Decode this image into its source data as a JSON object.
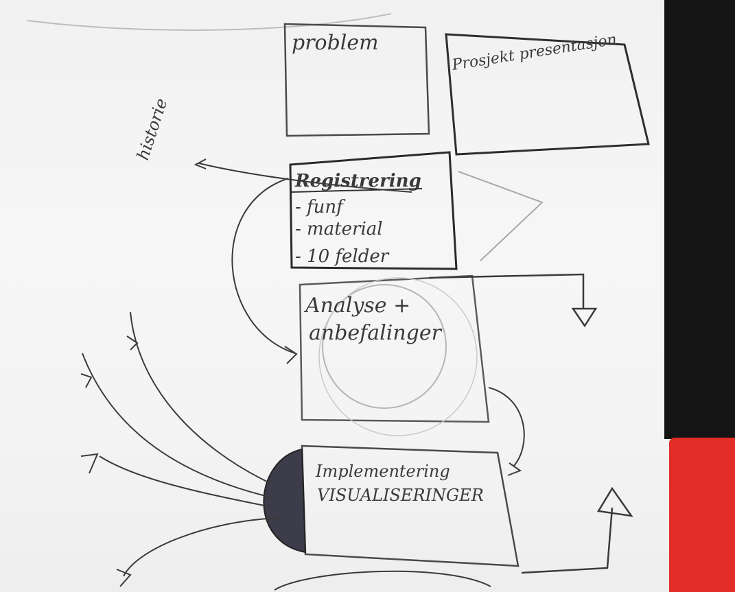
{
  "sketch": {
    "box_labels": {
      "top_box": "problem",
      "right_box": "Prosjekt presentasjon",
      "registration_box": "Registrering",
      "analysis_box_line1": "Analyse +",
      "analysis_box_line2": "anbefalinger",
      "implementation_line1": "Implementering",
      "implementation_line2": "VISUALISERINGER"
    },
    "registration_list": [
      "- funf",
      "- material",
      "- 10 felder"
    ],
    "side_label": "historie"
  },
  "colors": {
    "pencil": "#3a3a3a",
    "paper": "#f4f4f4",
    "background_dark": "#141414",
    "red_object": "#e22d27"
  }
}
